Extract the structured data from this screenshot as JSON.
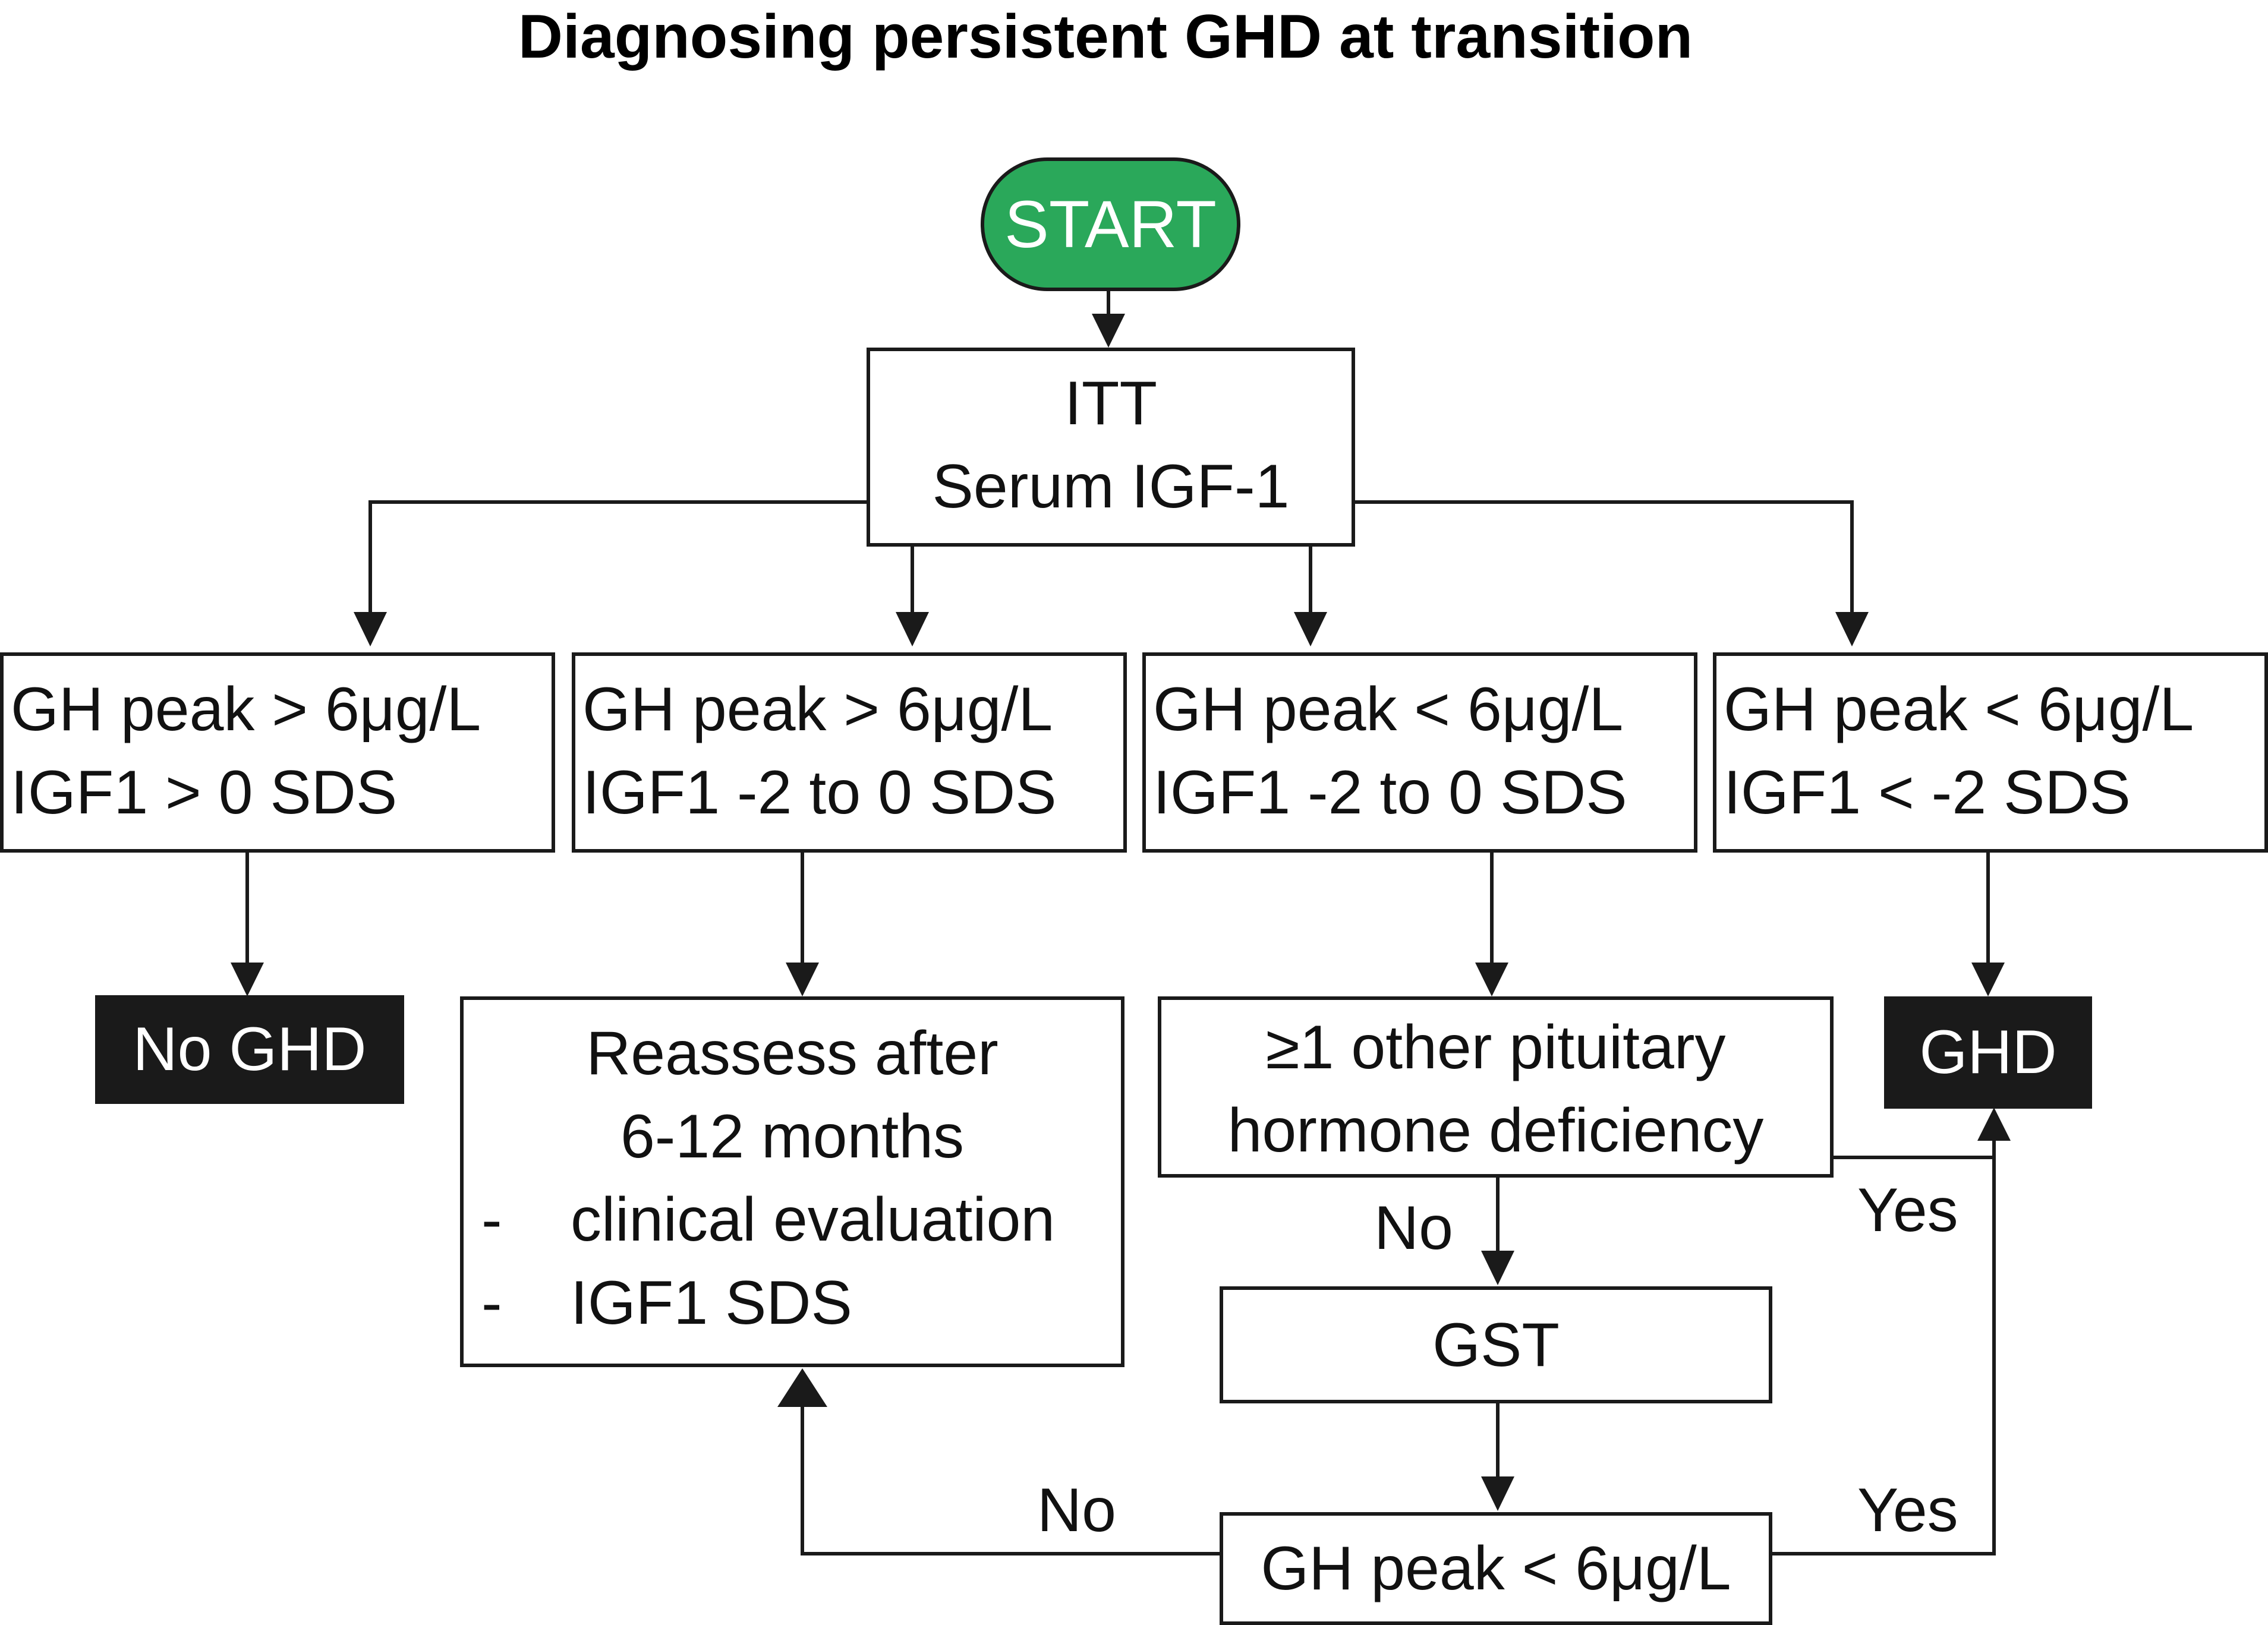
{
  "title": "Diagnosing persistent GHD at transition",
  "start": "START",
  "itt": {
    "line1": "ITT",
    "line2": "Serum IGF-1"
  },
  "categories": [
    {
      "line1": "GH peak > 6μg/L",
      "line2": "IGF1 > 0 SDS"
    },
    {
      "line1": "GH peak > 6μg/L",
      "line2": "IGF1 -2 to 0 SDS"
    },
    {
      "line1": "GH peak < 6μg/L",
      "line2": "IGF1 -2 to 0 SDS"
    },
    {
      "line1": "GH peak < 6μg/L",
      "line2": "IGF1 < -2 SDS"
    }
  ],
  "no_ghd": "No GHD",
  "reassess": {
    "line1": "Reassess after",
    "line2": "6-12 months",
    "bullet1": "clinical evaluation",
    "bullet2": "IGF1 SDS",
    "dash": "-"
  },
  "pituitary": {
    "line1": "≥1 other pituitary",
    "line2": "hormone deficiency"
  },
  "ghd": "GHD",
  "gst": "GST",
  "gh_peak_final": "GH peak < 6μg/L",
  "labels": {
    "no1": "No",
    "yes1": "Yes",
    "no2": "No",
    "yes2": "Yes"
  },
  "colors": {
    "start_fill": "#2aa85a",
    "start_text": "#ffffff",
    "stroke": "#1a1a1a",
    "dark_fill": "#1a1a1a"
  }
}
